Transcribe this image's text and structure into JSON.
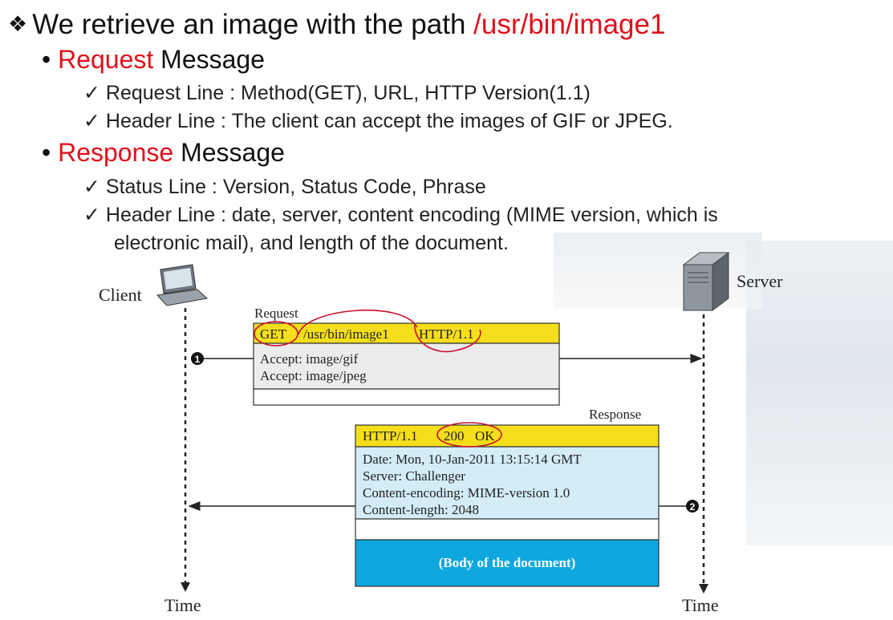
{
  "heading": {
    "bullet_symbol": "❖",
    "text": "We retrieve an image with the path ",
    "path": "/usr/bin/image1"
  },
  "request": {
    "title_red": "Request",
    "title_rest": " Message",
    "items": [
      "✓  Request Line : Method(GET), URL, HTTP Version(1.1)",
      "✓  Header Line : The client can accept the images of GIF or JPEG."
    ]
  },
  "response": {
    "title_red": "Response",
    "title_rest": " Message",
    "items": [
      "✓  Status Line : Version, Status Code, Phrase",
      "✓  Header Line : date, server, content encoding (MIME version, which is",
      "electronic mail), and length of the document."
    ]
  },
  "diagram": {
    "client_label": "Client",
    "server_label": "Server",
    "time_left": "Time",
    "time_right": "Time",
    "request_caption": "Request",
    "request_line": {
      "method": "GET",
      "url": "/usr/bin/image1",
      "version": "HTTP/1.1"
    },
    "request_headers": [
      "Accept: image/gif",
      "Accept: image/jpeg"
    ],
    "response_caption": "Response",
    "status_line": {
      "version": "HTTP/1.1",
      "code": "200",
      "phrase": "OK"
    },
    "response_headers": [
      "Date: Mon, 10-Jan-2011 13:15:14 GMT",
      "Server: Challenger",
      "Content-encoding: MIME-version 1.0",
      "Content-length: 2048"
    ],
    "body_label": "(Body of the document)",
    "step1": "1",
    "step2": "2",
    "colors": {
      "header_yellow": "#f5de1a",
      "request_gray": "#ececec",
      "response_light_blue": "#d3ecf8",
      "body_blue": "#0ea7de",
      "annotation_red": "#c8102e"
    }
  }
}
